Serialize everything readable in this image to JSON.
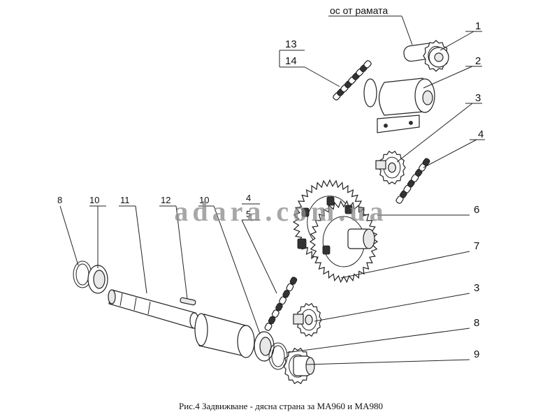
{
  "note_axle": "ос от рамата",
  "callouts": {
    "p1": "1",
    "p2": "2",
    "p3a": "3",
    "p4a": "4",
    "p6": "6",
    "p7": "7",
    "p3b": "3",
    "p8a": "8",
    "p9": "9",
    "p13": "13",
    "p14": "14",
    "p8b": "8",
    "p10a": "10",
    "p11": "11",
    "p12": "12",
    "p10b": "10",
    "p4b": "4",
    "p5": "5"
  },
  "watermark": "adara.com.ua",
  "caption": "Рис.4 Задвижване - дясна страна за МА960 и МА980"
}
